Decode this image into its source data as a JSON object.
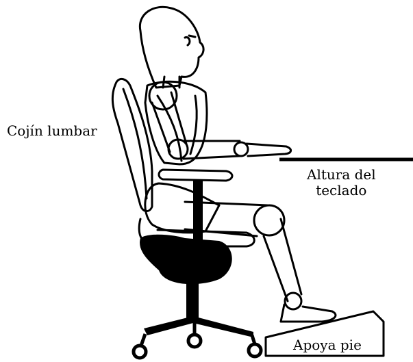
{
  "labels": {
    "lumbar_cushion": "Cojín lumbar",
    "keyboard_height_line1": "Altura del",
    "keyboard_height_line2": "teclado",
    "footrest": "Apoya pie"
  },
  "colors": {
    "ink": "#000000",
    "paper": "#ffffff"
  }
}
